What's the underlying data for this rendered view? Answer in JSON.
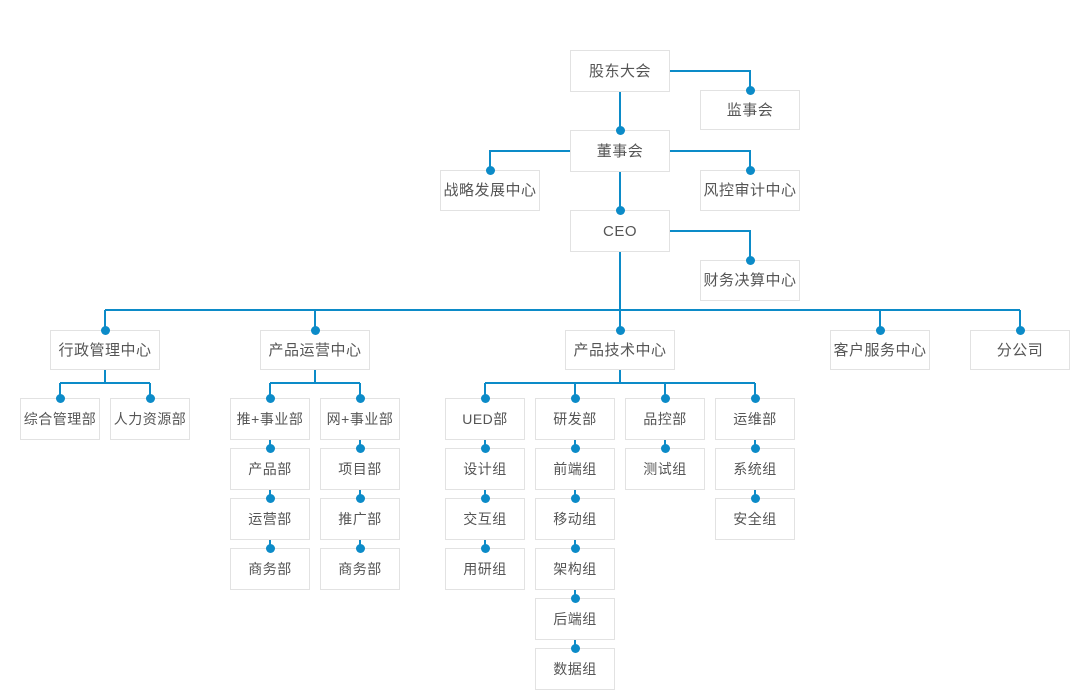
{
  "meta": {
    "title": "组织架构图",
    "line_color": "#0c8bc8",
    "dot_color": "#0c8bc8",
    "box_border_color": "#e2e2e2",
    "text_color": "#555555",
    "background": "#ffffff"
  },
  "nodes": {
    "shareholders": {
      "label": "股东大会"
    },
    "supervisory": {
      "label": "监事会"
    },
    "board": {
      "label": "董事会"
    },
    "strategy": {
      "label": "战略发展中心"
    },
    "riskaudit": {
      "label": "风控审计中心"
    },
    "ceo": {
      "label": "CEO"
    },
    "finance": {
      "label": "财务决算中心"
    },
    "admin_center": {
      "label": "行政管理中心"
    },
    "ops_center": {
      "label": "产品运营中心"
    },
    "tech_center": {
      "label": "产品技术中心"
    },
    "service_center": {
      "label": "客户服务中心"
    },
    "branch": {
      "label": "分公司"
    },
    "general_mgmt": {
      "label": "综合管理部"
    },
    "hr": {
      "label": "人力资源部"
    },
    "tui_bu": {
      "label": "推+事业部"
    },
    "product_dept": {
      "label": "产品部"
    },
    "operation_dept": {
      "label": "运营部"
    },
    "business_dept_1": {
      "label": "商务部"
    },
    "wang_bu": {
      "label": "网+事业部"
    },
    "project_dept": {
      "label": "项目部"
    },
    "promotion_dept": {
      "label": "推广部"
    },
    "business_dept_2": {
      "label": "商务部"
    },
    "ued": {
      "label": "UED部"
    },
    "design_group": {
      "label": "设计组"
    },
    "interaction_group": {
      "label": "交互组"
    },
    "research_group": {
      "label": "用研组"
    },
    "rd": {
      "label": "研发部"
    },
    "frontend_group": {
      "label": "前端组"
    },
    "mobile_group": {
      "label": "移动组"
    },
    "arch_group": {
      "label": "架构组"
    },
    "backend_group": {
      "label": "后端组"
    },
    "data_group": {
      "label": "数据组"
    },
    "qa": {
      "label": "品控部"
    },
    "test_group": {
      "label": "测试组"
    },
    "ops": {
      "label": "运维部"
    },
    "system_group": {
      "label": "系统组"
    },
    "security_group": {
      "label": "安全组"
    }
  }
}
